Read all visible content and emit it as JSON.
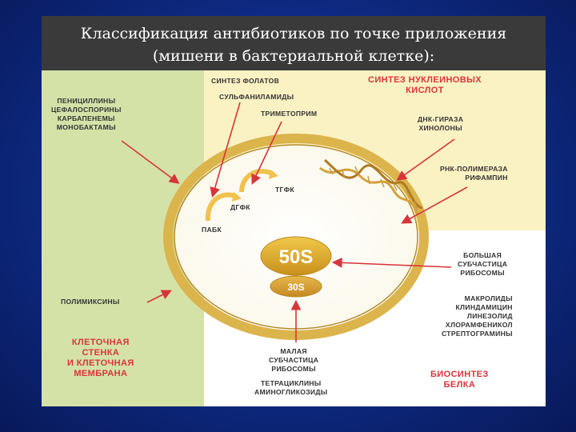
{
  "slide": {
    "title_lines": [
      "Классификация антибиотиков по точке приложения",
      "(мишени в бактериальной клетке):"
    ]
  },
  "diagram": {
    "cell_wall_drugs": [
      "ПЕНИЦИЛЛИНЫ",
      "ЦЕФАЛОСПОРИНЫ",
      "КАРБАПЕНЕМЫ",
      "МОНОБАКТАМЫ"
    ],
    "folate_header": "СИНТЕЗ ФОЛАТОВ",
    "sulfonamides": "СУЛЬФАНИЛАМИДЫ",
    "trimethoprim": "ТРИМЕТОПРИМ",
    "nucleic_header": [
      "СИНТЕЗ НУКЛЕИНОВЫХ",
      "КИСЛОТ"
    ],
    "dna_gyrase": "ДНК-ГИРАЗА",
    "quinolones": "ХИНОЛОНЫ",
    "rna_polymerase": "РНК-ПОЛИМЕРАЗА",
    "rifampin": "РИФАМПИН",
    "pabk": "ПАБК",
    "dgfk": "ДГФК",
    "tgfk": "ТГФК",
    "ribosome_large": "50S",
    "ribosome_small": "30S",
    "large_subunit": [
      "БОЛЬШАЯ",
      "СУБЧАСТИЦА",
      "РИБОСОМЫ"
    ],
    "large_subunit_drugs": [
      "МАКРОЛИДЫ",
      "КЛИНДАМИЦИН",
      "ЛИНЕЗОЛИД",
      "ХЛОРАМФЕНИКОЛ",
      "СТРЕПТОГРАМИНЫ"
    ],
    "polymyxins": "ПОЛИМИКСИНЫ",
    "cell_wall_header": [
      "КЛЕТОЧНАЯ",
      "СТЕНКА",
      "И КЛЕТОЧНАЯ",
      "МЕМБРАНА"
    ],
    "small_subunit": [
      "МАЛАЯ",
      "СУБЧАСТИЦА",
      "РИБОСОМЫ"
    ],
    "small_subunit_drugs": [
      "ТЕТРАЦИКЛИНЫ",
      "АМИНОГЛИКОЗИДЫ"
    ],
    "protein_header": [
      "БИОСИНТЕЗ",
      "БЕЛКА"
    ]
  },
  "colors": {
    "accent_red": "#d8343a",
    "cell_membrane": "#d9b042",
    "left_zone": "#d4e2a8",
    "top_zone": "#fbf2c4"
  }
}
